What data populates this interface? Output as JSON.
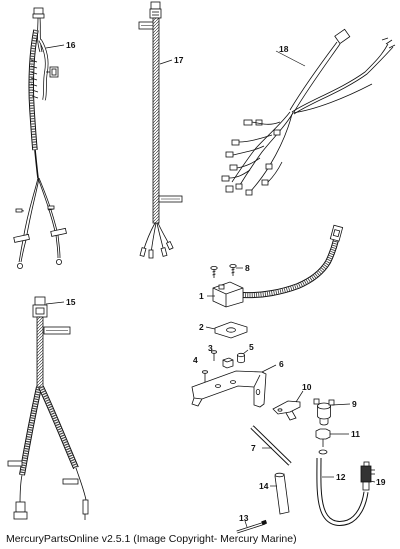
{
  "footer_text": "MercuryPartsOnline v2.5.1 (Image Copyright- Mercury Marine)",
  "callouts": {
    "c1": "1",
    "c2": "2",
    "c3": "3",
    "c4": "4",
    "c5": "5",
    "c6": "6",
    "c7": "7",
    "c8": "8",
    "c9": "9",
    "c10": "10",
    "c11": "11",
    "c12": "12",
    "c13": "13",
    "c14": "14",
    "c15": "15",
    "c16": "16",
    "c17": "17",
    "c18": "18",
    "c19": "19"
  }
}
